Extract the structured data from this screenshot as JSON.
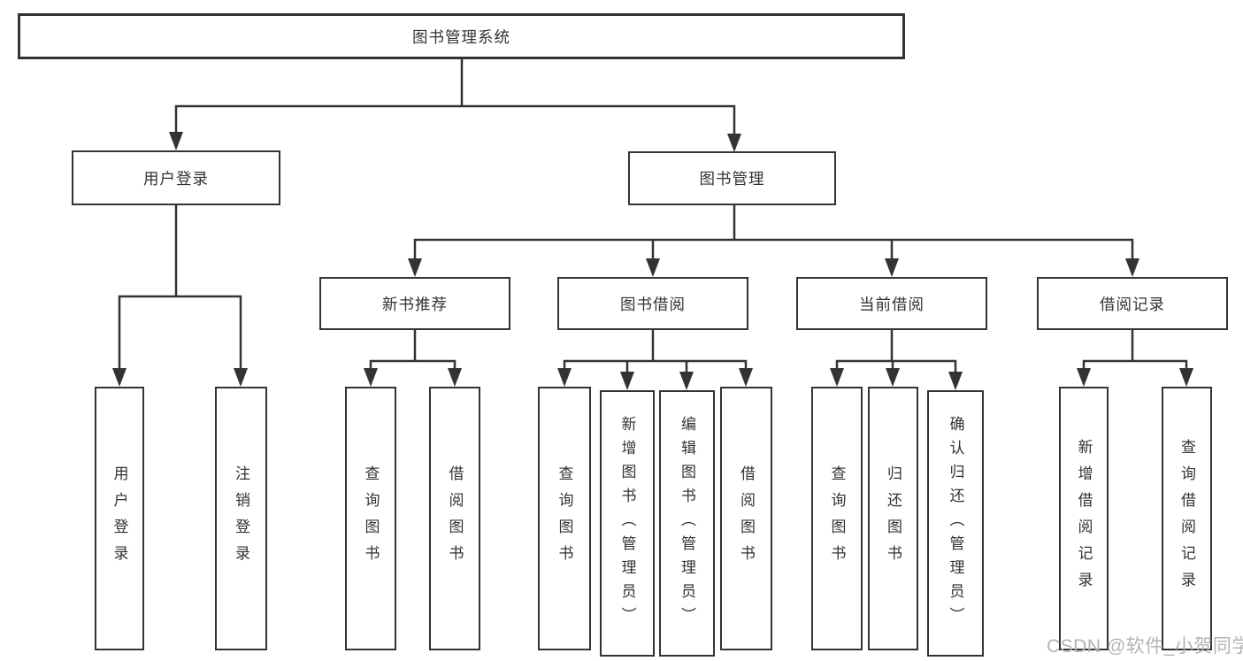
{
  "root": {
    "label": "图书管理系统"
  },
  "branches": [
    {
      "label": "用户登录",
      "children": [
        {
          "label": "用户登录"
        },
        {
          "label": "注销登录"
        }
      ]
    },
    {
      "label": "图书管理",
      "children": [
        {
          "label": "新书推荐",
          "children": [
            {
              "label": "查询图书"
            },
            {
              "label": "借阅图书"
            }
          ]
        },
        {
          "label": "图书借阅",
          "children": [
            {
              "label": "查询图书"
            },
            {
              "label": "新增图书（管理员）"
            },
            {
              "label": "编辑图书（管理员）"
            },
            {
              "label": "借阅图书"
            }
          ]
        },
        {
          "label": "当前借阅",
          "children": [
            {
              "label": "查询图书"
            },
            {
              "label": "归还图书"
            },
            {
              "label": "确认归还（管理员）"
            }
          ]
        },
        {
          "label": "借阅记录",
          "children": [
            {
              "label": "新增借阅记录"
            },
            {
              "label": "查询借阅记录"
            }
          ]
        }
      ]
    }
  ],
  "watermark": "CSDN @软件_小贺同学",
  "colors": {
    "line": "#333333",
    "box_border": "#333333",
    "text": "#333333",
    "background": "#ffffff",
    "watermark": "#b3b3ba"
  }
}
